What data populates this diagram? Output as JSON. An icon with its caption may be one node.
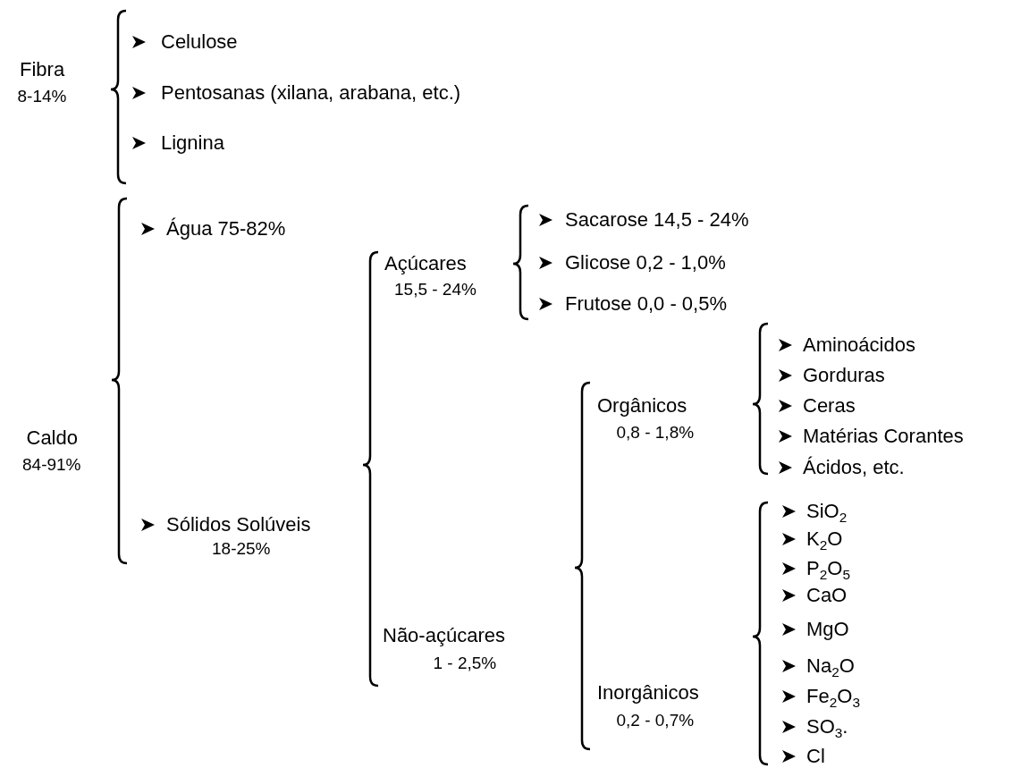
{
  "diagram": {
    "labels": [
      "Fibra",
      "8-14%",
      "Celulose",
      "Pentosanas (xilana, arabana, etc.)",
      "Lignina",
      "Caldo",
      "84-91%",
      "Água 75-82%",
      "Sólidos Solúveis",
      "18-25%",
      "Açúcares",
      "15,5 - 24%",
      "Sacarose 14,5 - 24%",
      "Glicose 0,2 - 1,0%",
      "Frutose 0,0 - 0,5%",
      "Não-açúcares",
      "1 - 2,5%",
      "Orgânicos",
      "0,8 - 1,8%",
      "Aminoácidos",
      "Gorduras",
      "Ceras",
      "Matérias Corantes",
      "Ácidos, etc.",
      "Inorgânicos",
      "0,2 - 0,7%",
      "SiO$_{2}$",
      "K$_{2}$O",
      "P$_{2}$O$_{5}$",
      "CaO",
      "MgO",
      "Na$_{2}$O",
      "Fe$_{2}$O$_{3}$",
      "SO$_{3}$.",
      "Cl"
    ]
  }
}
